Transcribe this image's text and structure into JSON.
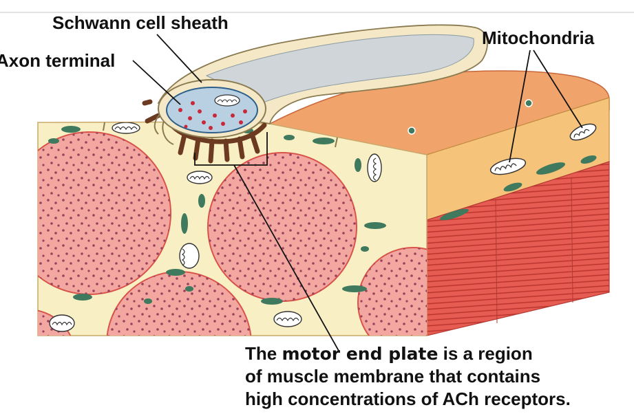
{
  "labels": {
    "schwann": "Schwann cell sheath",
    "axon": "Axon terminal",
    "mitochondria": "Mitochondria"
  },
  "caption": {
    "line1_pre": "The ",
    "line1_bold": "motor end plate",
    "line1_post": " is a region",
    "line2": "of muscle membrane that contains",
    "line3": "high concentrations of ACh receptors."
  },
  "colors": {
    "muscle_fiber": "#f2a8a0",
    "fiber_outline": "#d9534a",
    "connective": "#f8efc4",
    "sarcolemma_top": "#f0a46c",
    "striated_side": "#e65b52",
    "nucleus": "#3f7a5e",
    "schwann_sheath": "#f4e8c6",
    "axon_inner": "#b8d0e2",
    "vesicle": "#c8283a",
    "junctional_folds": "#6b3a20"
  }
}
